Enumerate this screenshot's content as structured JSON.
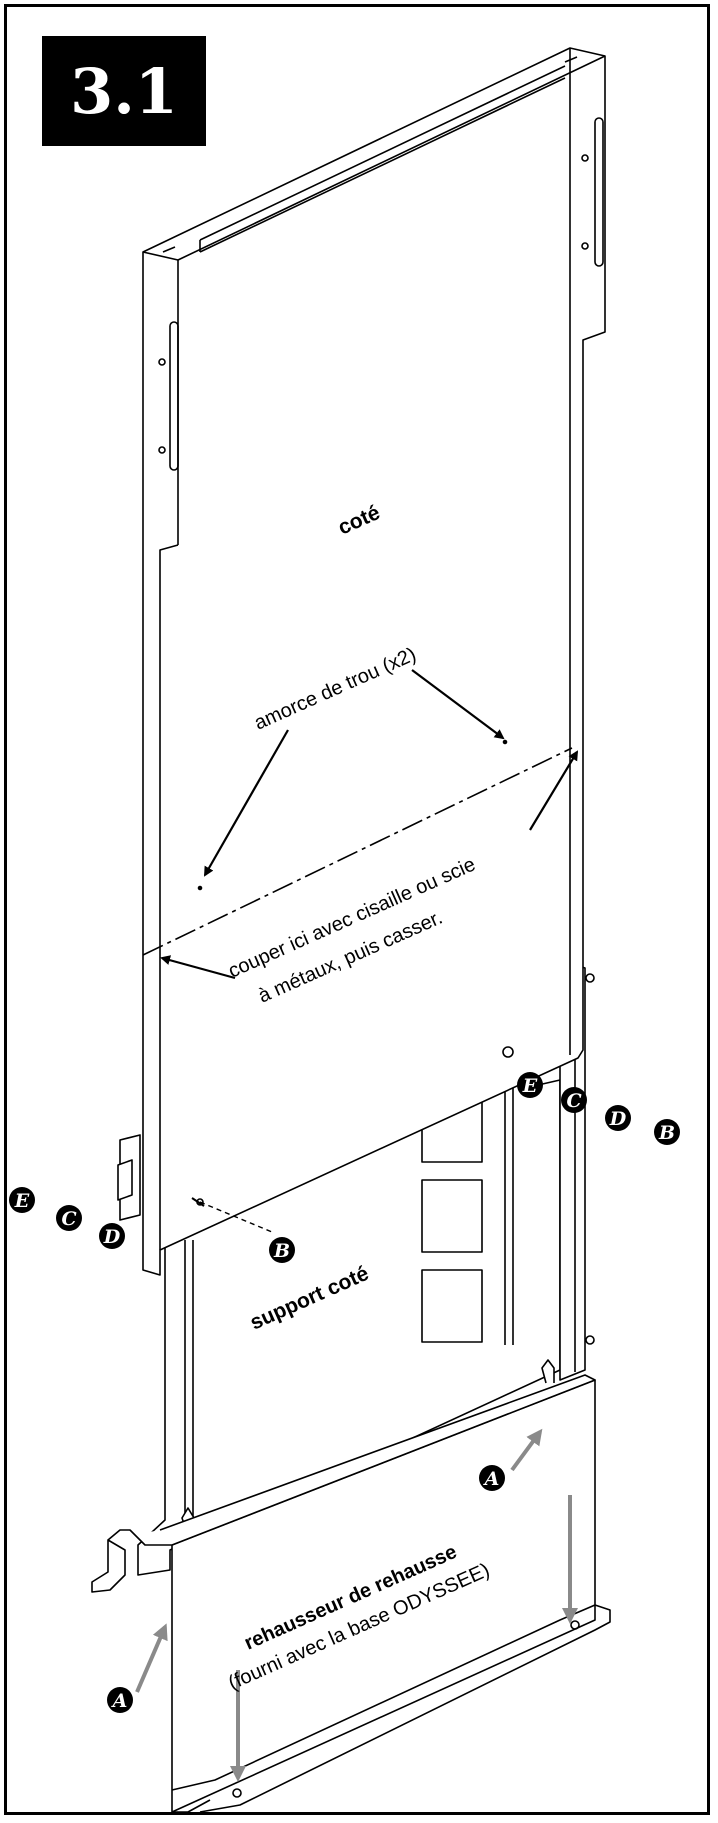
{
  "step": {
    "number": "3.1"
  },
  "labels": {
    "side": "coté",
    "hole_marker": "amorce de trou (x2)",
    "cut_line_1": "couper ici avec cisaille ou scie",
    "cut_line_2": "à métaux, puis casser.",
    "side_support": "support coté",
    "riser_title": "rehausseur de rehausse",
    "riser_subtitle": "(fourni avec la base ODYSSEE)"
  },
  "callouts": {
    "a": "A",
    "b": "B",
    "c": "C",
    "d": "D",
    "e": "E"
  },
  "colors": {
    "line": "#000000",
    "arrow_gray": "#8a8a8a",
    "badge_bg": "#000000",
    "badge_text": "#ffffff"
  }
}
